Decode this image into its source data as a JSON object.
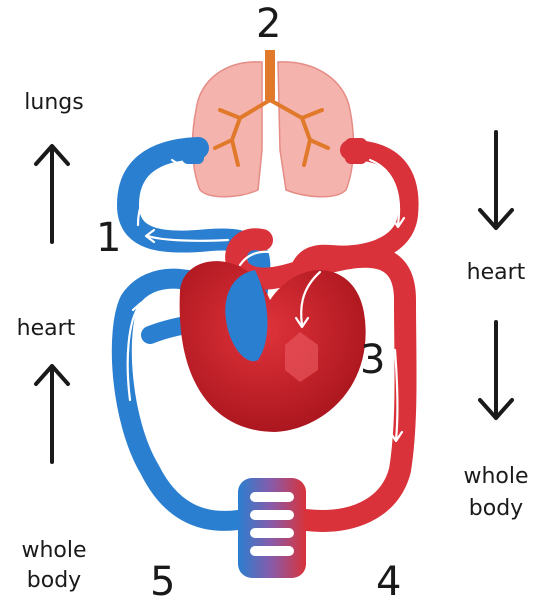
{
  "labels": {
    "lungs": "lungs",
    "heart_left": "heart",
    "whole_body_left_1": "whole",
    "whole_body_left_2": "body",
    "heart_right": "heart",
    "whole_body_right_1": "whole",
    "whole_body_right_2": "body"
  },
  "numbers": {
    "n1": "1",
    "n2": "2",
    "n3": "3",
    "n4": "4",
    "n5": "5"
  },
  "colors": {
    "oxygenated": "#d9323a",
    "deoxygenated": "#2a7fd0",
    "lung_fill": "#f5b3ad",
    "bronchi": "#e07a2a",
    "heart": "#c8222c",
    "text": "#1a1a1a"
  }
}
